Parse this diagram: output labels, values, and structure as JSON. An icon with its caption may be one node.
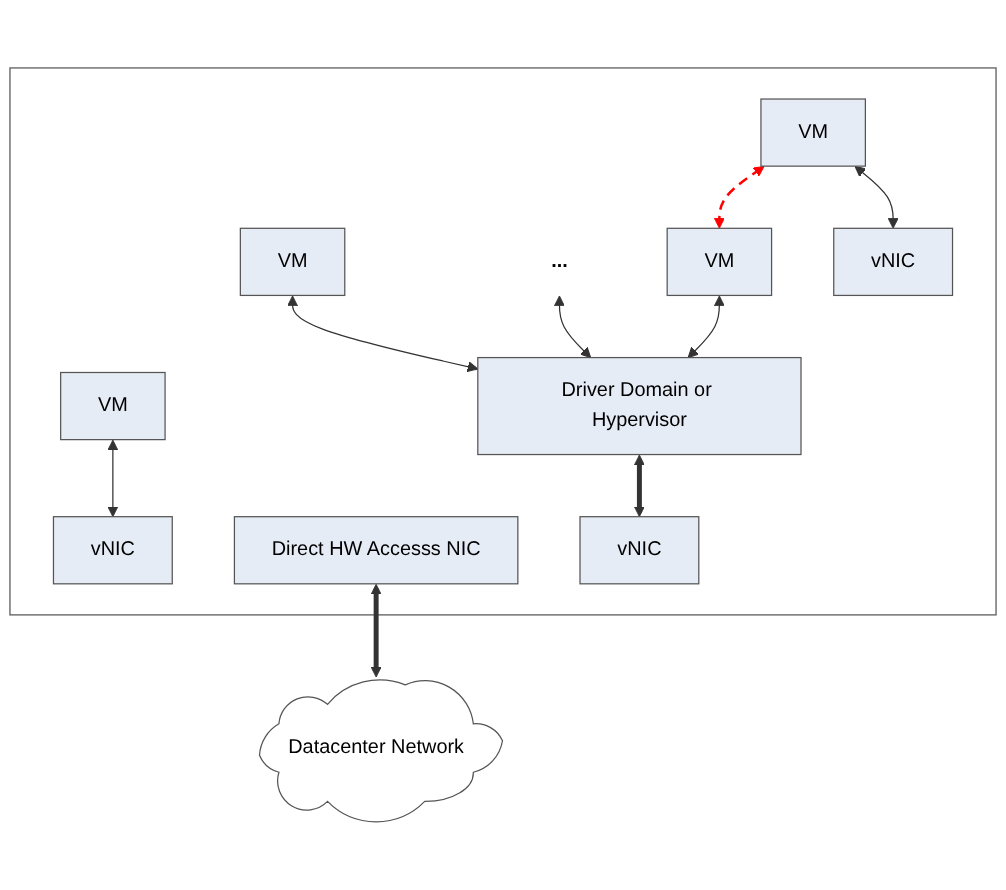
{
  "diagram": {
    "nodes": [
      {
        "text": [],
        "shape": "box"
      },
      {
        "text": [
          "VM"
        ],
        "in": 0
      },
      {
        "text": [
          "VM"
        ],
        "in": 0
      },
      {
        "text": [
          "VM"
        ],
        "in": 0
      },
      {
        "text": [
          "..."
        ],
        "in": 0
      },
      {
        "text": [
          "VM"
        ],
        "in": 0
      },
      {
        "text": [
          "Driver Domain or Hypervisor"
        ],
        "in": 0
      },
      {
        "text": [
          "vNIC"
        ],
        "in": 0
      },
      {
        "text": [
          "vNIC"
        ],
        "in": 0
      },
      {
        "text": [
          "Direct HW Accesss NIC"
        ],
        "in": 0
      },
      {
        "text": [
          "vNIC"
        ],
        "in": 0
      },
      {
        "text": [
          "Datacenter Network"
        ]
      }
    ],
    "edges": [
      {
        "from": 1,
        "to": 7,
        "arrow": "both"
      },
      {
        "from": 2,
        "to": 8,
        "arrow": "both"
      },
      {
        "from": 3,
        "to": 6,
        "arrow": "both"
      },
      {
        "from": 4,
        "to": 6,
        "arrow": "both"
      },
      {
        "from": 5,
        "to": 6,
        "arrow": "both"
      },
      {
        "from": 6,
        "to": 10,
        "arrow": "both",
        "style": "thick"
      },
      {
        "from": 9,
        "to": 11,
        "arrow": "both",
        "style": "thick"
      },
      {
        "from": 1,
        "to": 5,
        "arrow": "both",
        "style": "dashed",
        "color": "#ff0000"
      }
    ]
  }
}
